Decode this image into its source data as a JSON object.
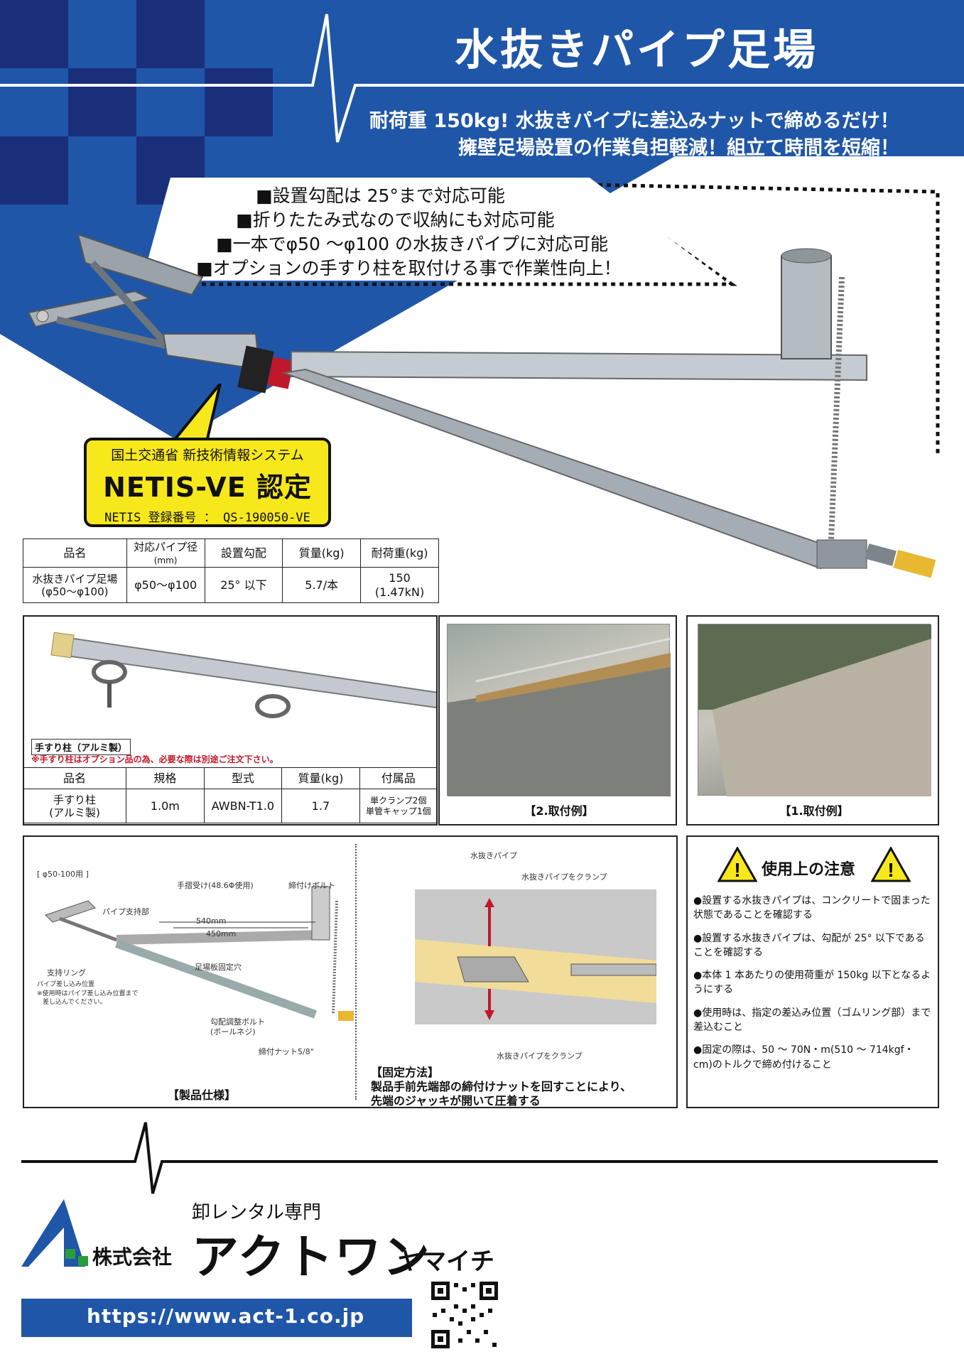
{
  "header": {
    "title": "水抜きパイプ足場",
    "subtitle_line1": "耐荷重 150kg! 水抜きパイプに差込みナットで締めるだけ！",
    "subtitle_line2": "擁壁足場設置の作業負担軽減！組立て時間を短縮！"
  },
  "features": [
    "■設置勾配は 25°まで対応可能",
    "■折りたたみ式なので収納にも対応可能",
    "■一本でφ50 ～φ100 の水抜きパイプに対応可能",
    "■オプションの手すり柱を取付ける事で作業性向上！"
  ],
  "netis": {
    "line1": "国土交通省 新技術情報システム",
    "line2": "NETIS-VE 認定",
    "line3": "NETIS 登録番号 ： QS-190050-VE"
  },
  "main_table": {
    "headers": [
      "品名",
      "対応パイプ径",
      "設置勾配",
      "質量(kg)",
      "耐荷重(kg)"
    ],
    "header_sub": "(mm)",
    "row": {
      "name_line1": "水抜きパイプ足場",
      "name_line2": "(φ50～φ100)",
      "pipe": "φ50～φ100",
      "slope": "25° 以下",
      "mass": "5.7/本",
      "load_line1": "150",
      "load_line2": "(1.47kN)"
    }
  },
  "handrail": {
    "caption": "手すり柱（アルミ製）",
    "note": "※手すり柱はオプション品の為、必要な際は別途ご注文下さい。",
    "headers": [
      "品名",
      "規格",
      "型式",
      "質量(kg)",
      "付属品"
    ],
    "row": {
      "name_line1": "手すり柱",
      "name_line2": "(アルミ製)",
      "size": "1.0m",
      "model": "AWBN-T1.0",
      "mass": "1.7",
      "acc_line1": "単クランプ2個",
      "acc_line2": "単管キャップ1個"
    }
  },
  "photos": {
    "caption2": "【2.取付例】",
    "caption1": "【1.取付例】"
  },
  "diagram": {
    "range": "[ φ50-100用 ]",
    "handrail_receiver": "手摺受け(48.6Φ使用)",
    "bolt": "締付けボルト",
    "support": "パイプ支持部",
    "dim540": "540mm",
    "dim450": "450mm",
    "board_hole": "足場板固定穴",
    "ring": "支持リング",
    "insert_pos": "パイプ差し込み位置",
    "insert_note1": "※使用時はパイプ差し込み位置まで",
    "insert_note2": "差し込んでください。",
    "adjust_bolt": "勾配調整ボルト",
    "ball_screw": "(ボールネジ)",
    "nut": "締付ナット5/8\"",
    "caption": "【製品仕様】"
  },
  "fix": {
    "pipe": "水抜きパイプ",
    "clamp_top": "水抜きパイプをクランプ",
    "clamp_bottom": "水抜きパイプをクランプ",
    "title": "【固定方法】",
    "line1": "製品手前先端部の締付けナットを回すことにより、",
    "line2": "先端のジャッキが開いて圧着する"
  },
  "caution": {
    "title": "使用上の注意",
    "items": [
      "●設置する水抜きパイプは、コンクリートで固まった状態であることを確認する",
      "●設置する水抜きパイプは、勾配が 25° 以下であることを確認する",
      "●本体 1 本あたりの使用荷重が 150kg 以下となるようにする",
      "●使用時は、指定の差込み位置（ゴムリング部）まで差込むこと",
      "●固定の際は、50 ～ 70N・m(510 ～ 714kgf・cm)のトルクで締め付けること"
    ]
  },
  "footer": {
    "tagline": "卸レンタル専門",
    "company_prefix": "株式会社",
    "company": "アクトワン",
    "company_suffix": "ヤマイチ",
    "url": "https://www.act-1.co.jp"
  },
  "colors": {
    "brand_blue": "#1f56a8",
    "dark_blue": "#1a2f7a",
    "badge_yellow": "#f7e81c",
    "alert_red": "#c0182a"
  }
}
